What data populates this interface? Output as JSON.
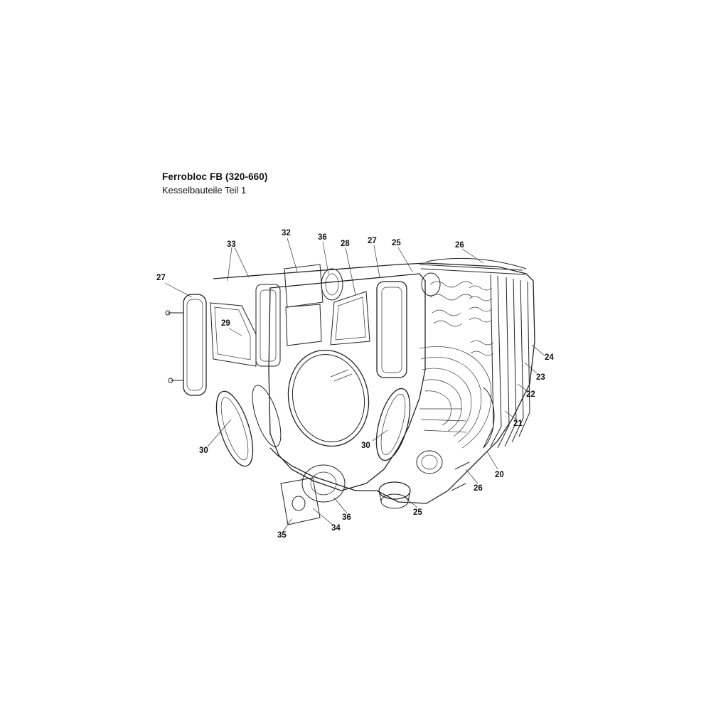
{
  "header": {
    "title": "Ferrobloc FB (320-660)",
    "subtitle": "Kesselbauteile Teil 1"
  },
  "callouts": [
    {
      "id": "c33",
      "text": "33"
    },
    {
      "id": "c32",
      "text": "32"
    },
    {
      "id": "c36a",
      "text": "36"
    },
    {
      "id": "c28",
      "text": "28"
    },
    {
      "id": "c27a",
      "text": "27"
    },
    {
      "id": "c25a",
      "text": "25"
    },
    {
      "id": "c26a",
      "text": "26"
    },
    {
      "id": "c27b",
      "text": "27"
    },
    {
      "id": "c29",
      "text": "29"
    },
    {
      "id": "c24",
      "text": "24"
    },
    {
      "id": "c23",
      "text": "23"
    },
    {
      "id": "c22",
      "text": "22"
    },
    {
      "id": "c21",
      "text": "21"
    },
    {
      "id": "c30a",
      "text": "30"
    },
    {
      "id": "c30b",
      "text": "30"
    },
    {
      "id": "c20",
      "text": "20"
    },
    {
      "id": "c26b",
      "text": "26"
    },
    {
      "id": "c25b",
      "text": "25"
    },
    {
      "id": "c36b",
      "text": "36"
    },
    {
      "id": "c34",
      "text": "34"
    },
    {
      "id": "c35",
      "text": "35"
    }
  ]
}
